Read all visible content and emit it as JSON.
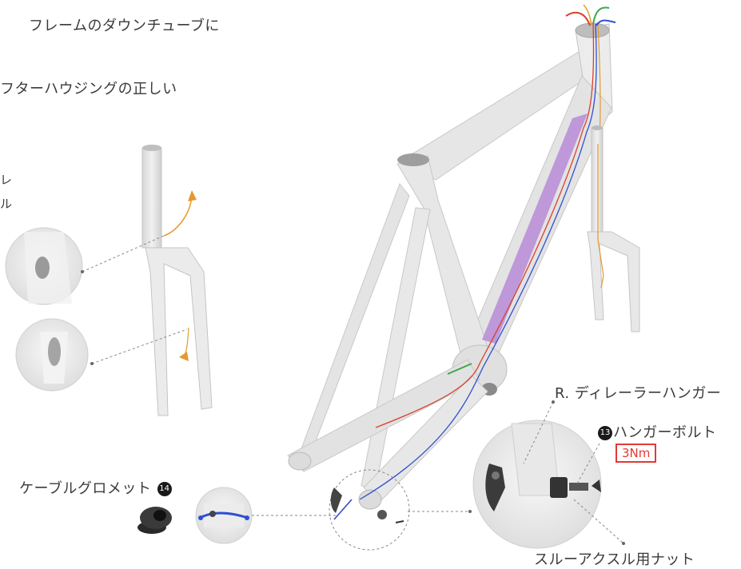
{
  "labels": {
    "top_partial": "フレームのダウンチューブに",
    "second_partial": "フターハウジングの正しい",
    "left_partial_1": "レ",
    "left_partial_2": "ル",
    "derailleur_hanger": "R. ディレーラーハンガー",
    "hanger_bolt": "ハンガーボルト",
    "hanger_bolt_badge": "13",
    "torque": "3Nm",
    "cable_grommet": "ケーブルグロメット",
    "cable_grommet_badge": "14",
    "axle_nut": "スルーアクスル用ナット"
  },
  "colors": {
    "frame": "#e9e9e9",
    "frame_shadow": "#cfcfcf",
    "downtube_highlight": "#b98fd6",
    "cable_red": "#d9402c",
    "cable_green": "#3aa84a",
    "cable_blue": "#2d4fd0",
    "cable_orange": "#e39a2c",
    "torque_box": "#e23a35"
  }
}
